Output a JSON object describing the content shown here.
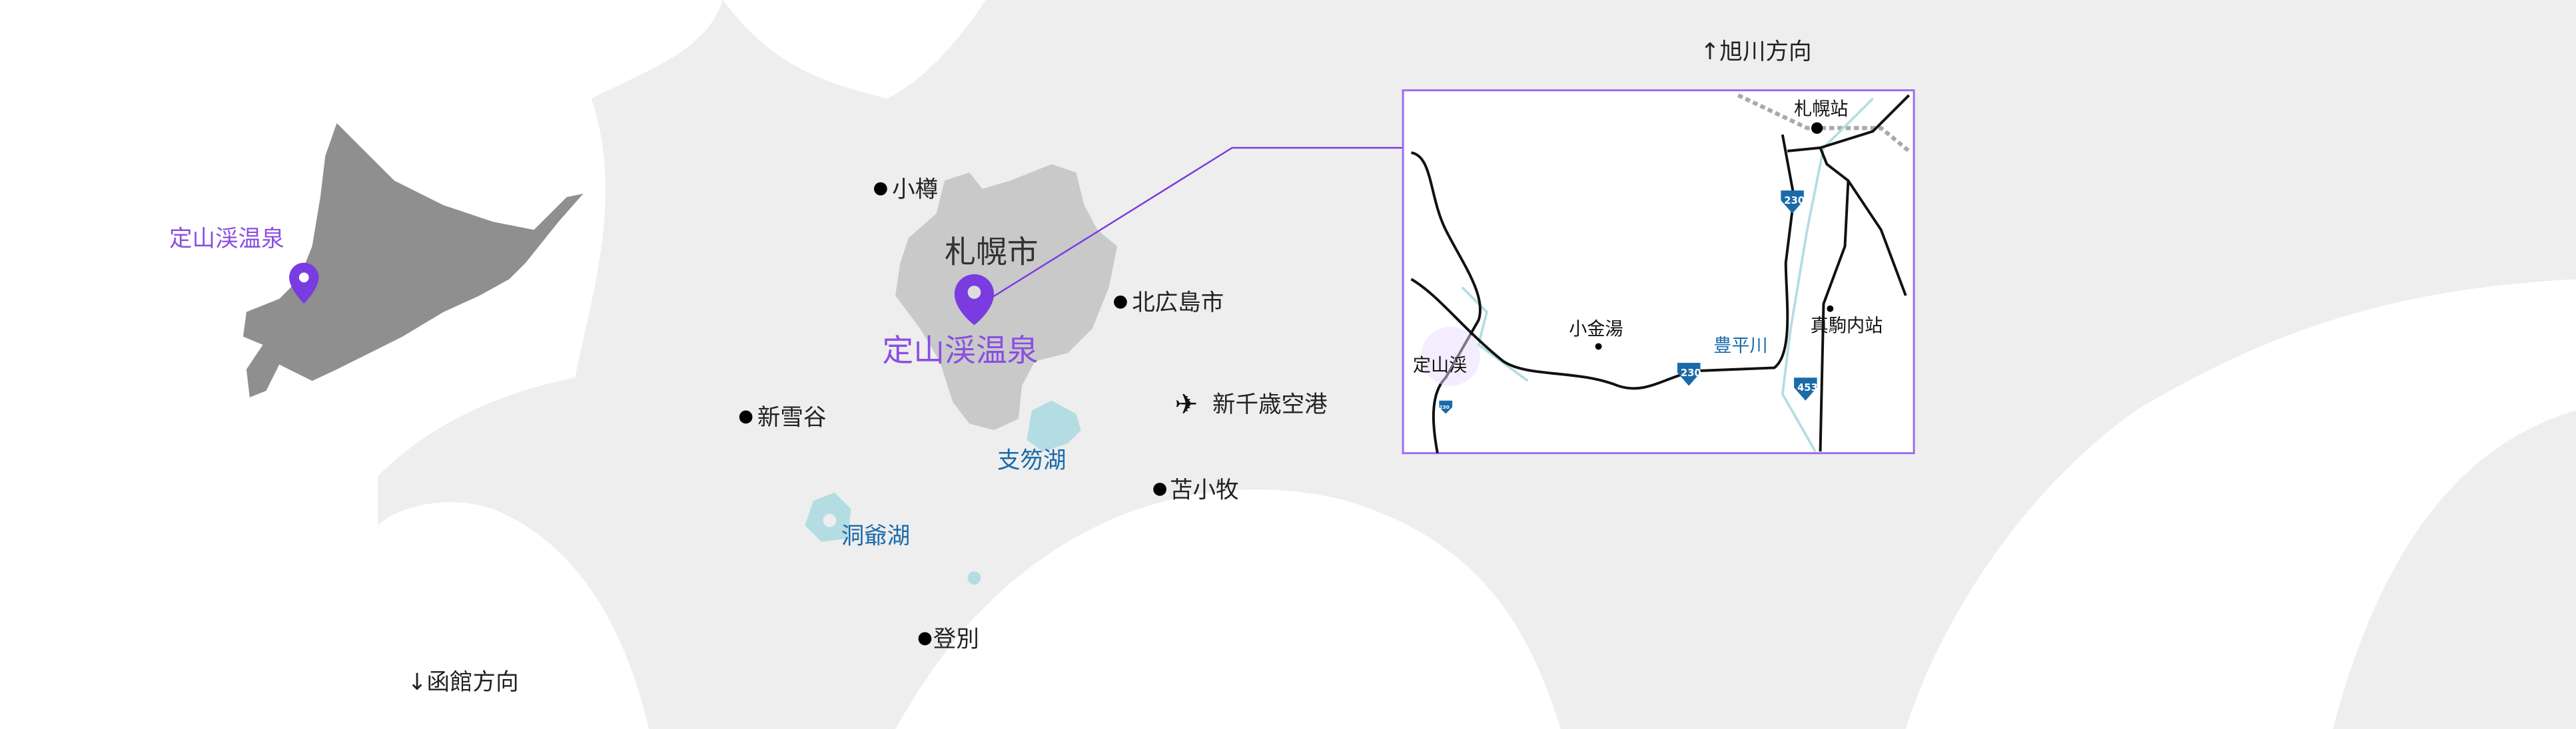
{
  "colors": {
    "land": "#eeeeee",
    "sapporo": "#c9c9c9",
    "hokkaido": "#8f8f8f",
    "lake": "#b3dde2",
    "accent": "#7a3be0",
    "water_text": "#1a6aa8",
    "sea": "#ffffff"
  },
  "directions": {
    "north": "↑旭川方向",
    "south": "↓函館方向"
  },
  "overview": {
    "pin_label": "定山渓温泉"
  },
  "main_map": {
    "city": "札幌市",
    "destination": "定山渓温泉",
    "places": {
      "otaru": "小樽",
      "kitahiroshima": "北広島市",
      "niseko": "新雪谷",
      "tomakomai": "苫小牧",
      "noboribetsu": "登別"
    },
    "airport": "新千歳空港",
    "lakes": {
      "shikotsu": "支笏湖",
      "toya": "洞爺湖"
    }
  },
  "inset": {
    "sapporo_station": "札幌站",
    "kogane": "小金湯",
    "toyohira_river": "豊平川",
    "makomanai": "真駒内站",
    "jozankei": "定山渓",
    "routes": [
      "230",
      "230",
      "453",
      "230"
    ]
  }
}
